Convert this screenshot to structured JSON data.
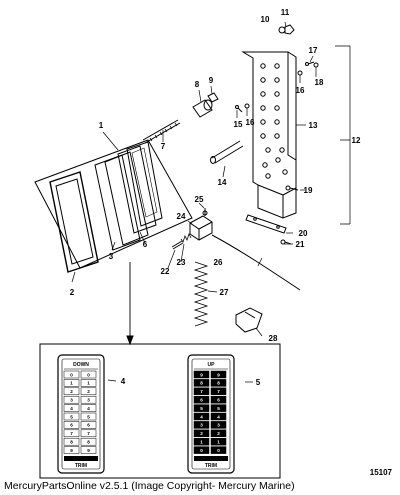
{
  "callouts": [
    "1",
    "2",
    "3",
    "4",
    "5",
    "6",
    "7",
    "8",
    "9",
    "10",
    "11",
    "12",
    "13",
    "14",
    "15",
    "16",
    "17",
    "18",
    "19",
    "20",
    "21",
    "22",
    "23",
    "24",
    "25",
    "26",
    "27",
    "28"
  ],
  "figure_number": "15107",
  "footer_text": "MercuryPartsOnline v2.5.1 (Image Copyright- Mercury Marine)",
  "gauge_down": {
    "header": "DOWN",
    "footer": "TRIM",
    "scale": [
      "0",
      "1",
      "2",
      "3",
      "4",
      "5",
      "6",
      "7",
      "8",
      "9"
    ]
  },
  "gauge_up": {
    "header": "UP",
    "footer": "TRIM",
    "scale": [
      "9",
      "8",
      "7",
      "6",
      "5",
      "4",
      "3",
      "2",
      "1",
      "0"
    ]
  }
}
